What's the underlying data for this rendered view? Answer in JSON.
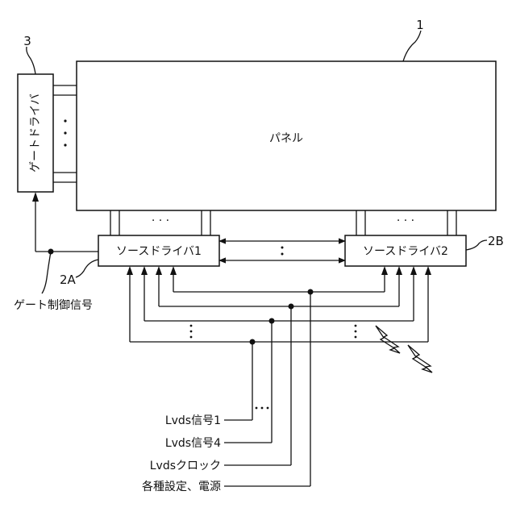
{
  "diagram": {
    "panel": {
      "label": "パネル",
      "ref": "1"
    },
    "gate_driver": {
      "label": "ゲートドライバ",
      "ref": "3"
    },
    "source_driver_1": {
      "label": "ソースドライバ1",
      "ref": "2A"
    },
    "source_driver_2": {
      "label": "ソースドライバ2",
      "ref": "2B"
    },
    "gate_control_signal": "ゲート制御信号",
    "inputs": {
      "lvds_signal_1": "Lvds信号1",
      "lvds_signal_4": "Lvds信号4",
      "lvds_clock": "Lvdsクロック",
      "settings_power": "各種設定、電源"
    },
    "ellipsis_h": "· · ·",
    "ellipsis_v": "⋮",
    "ellipsis_gate": "·\n·\n·"
  }
}
